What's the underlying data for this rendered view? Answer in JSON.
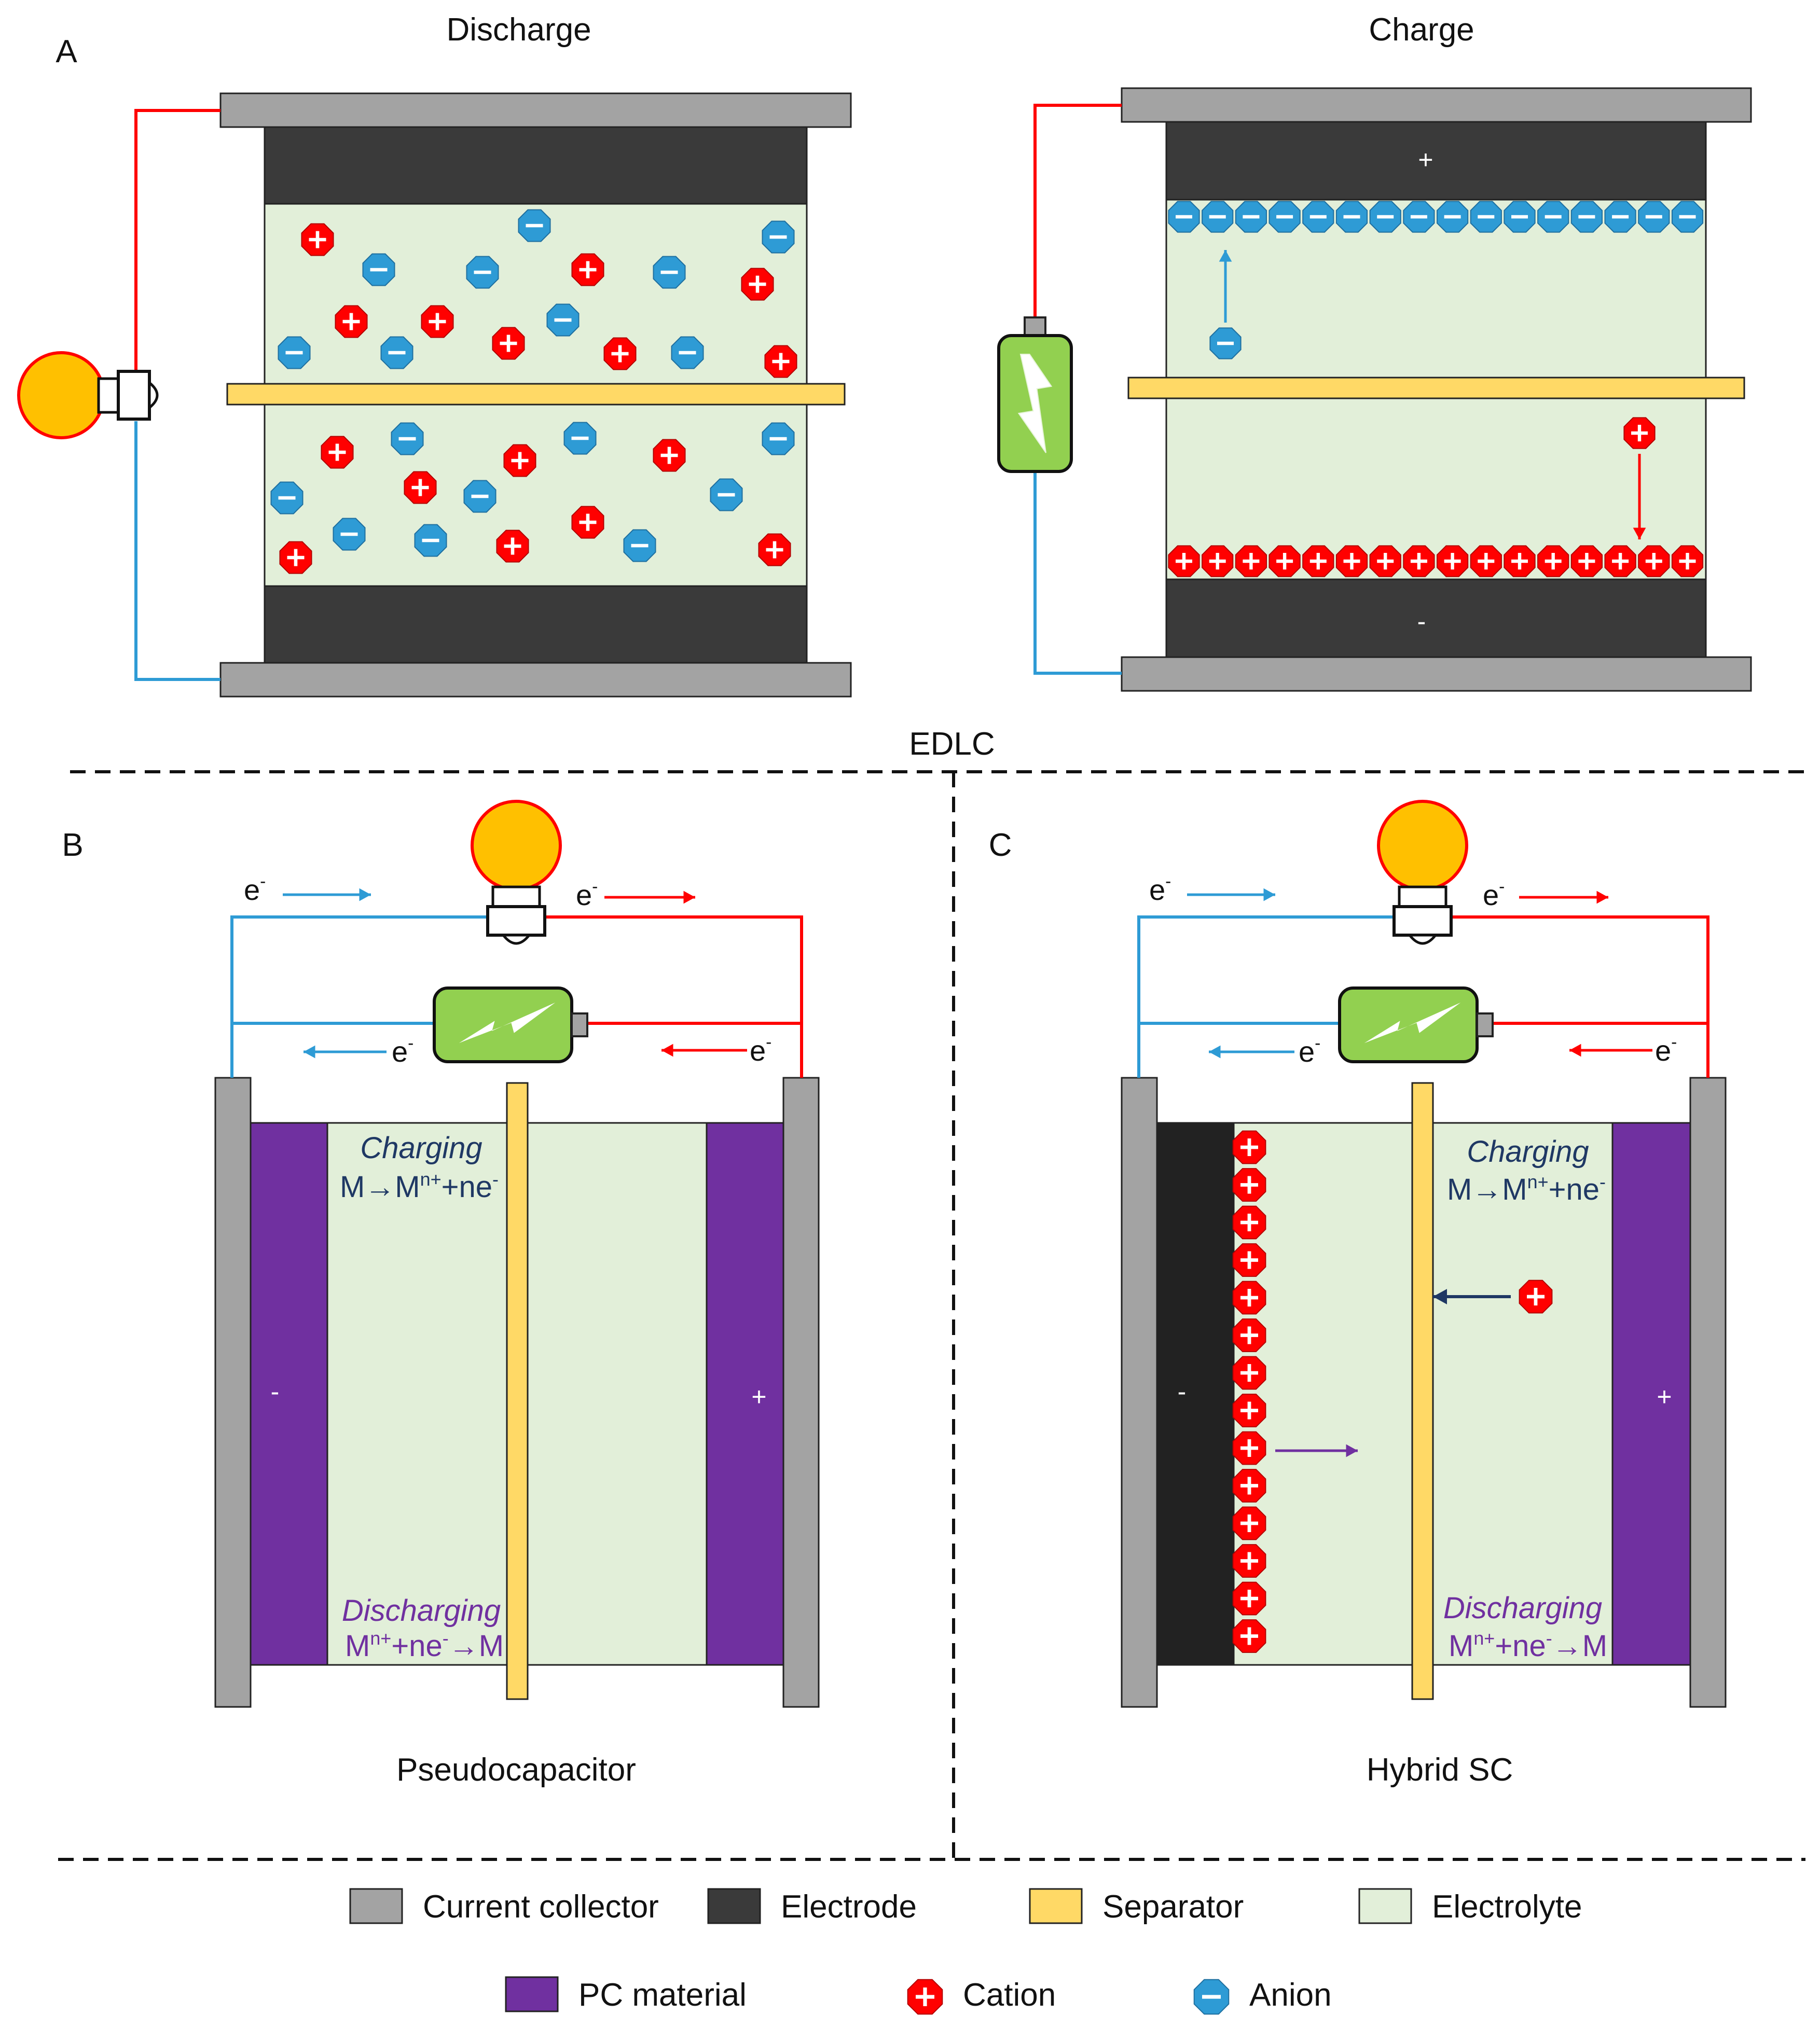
{
  "labels": {
    "panel_a": "A",
    "panel_b": "B",
    "panel_c": "C",
    "discharge": "Discharge",
    "charge": "Charge",
    "edlc": "EDLC",
    "pseudocapacitor": "Pseudocapacitor",
    "hybrid_sc": "Hybrid SC"
  },
  "signs": {
    "plus": "+",
    "minus": "-"
  },
  "electron": {
    "base": "e",
    "sup": "-"
  },
  "reactions": {
    "charging_title": "Charging",
    "charging_eq": {
      "a": "M→M",
      "sup1": "n+",
      "b": "+ne",
      "sup2": "-"
    },
    "discharging_title": "Discharging",
    "discharging_eq": {
      "a": "M",
      "sup1": "n+",
      "b": "+ne",
      "sup2": "-",
      "c": "→M"
    }
  },
  "legend": [
    {
      "label": "Current collector",
      "color": "#a3a3a3",
      "kind": "swatch"
    },
    {
      "label": "Electrode",
      "color": "#3a3a3a",
      "kind": "swatch"
    },
    {
      "label": "Separator",
      "color": "#ffd966",
      "kind": "swatch"
    },
    {
      "label": "Electrolyte",
      "color": "#e2efd9",
      "kind": "swatch"
    },
    {
      "label": "PC material",
      "color": "#7030a0",
      "kind": "swatch"
    },
    {
      "label": "Cation",
      "color": "#ff0000",
      "kind": "cation"
    },
    {
      "label": "Anion",
      "color": "#2e9bd5",
      "kind": "anion"
    }
  ],
  "colors": {
    "collector": "#a3a3a3",
    "electrode": "#3a3a3a",
    "separator": "#ffd966",
    "electrolyte": "#e2efd9",
    "pc_material": "#7030a0",
    "cation": "#ff0000",
    "anion": "#2e9bd5",
    "wire_positive": "#ff0000",
    "wire_negative": "#2e9bd5",
    "bulb": "#ffc000",
    "battery": "#92d050",
    "charging_text": "#1f3864",
    "discharging_text": "#7030a0"
  }
}
